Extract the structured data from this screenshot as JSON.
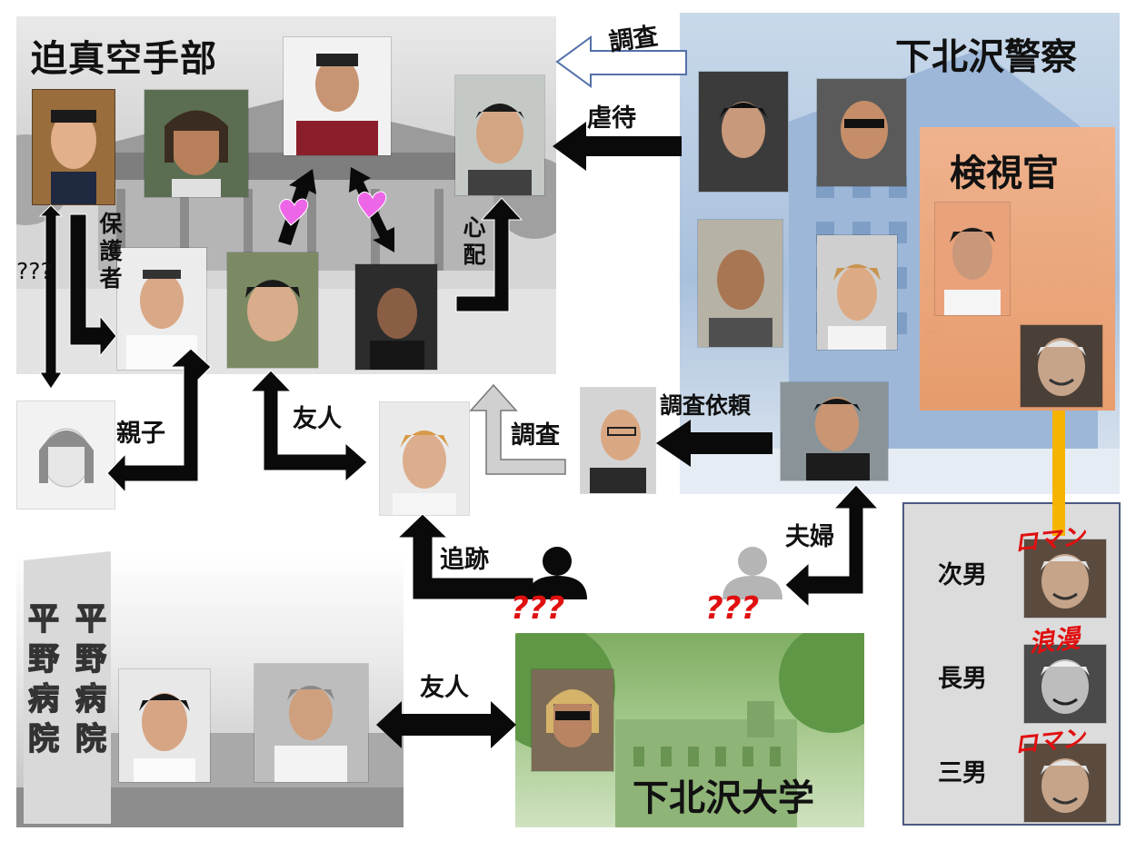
{
  "groups": {
    "karate": "迫真空手部",
    "police": "下北沢警察",
    "examiner": "検視官",
    "university": "下北沢大学",
    "hospital_sign_left": "平野病院",
    "hospital_sign_right": "平野病院"
  },
  "relations": {
    "investigate_top": "調査",
    "abuse": "虐待",
    "guardian": "保護者",
    "unknown_vertical": "???",
    "worry": "心配",
    "parent_child": "親子",
    "friend_left": "友人",
    "investigate_mid": "調査",
    "investigation_request": "調査依頼",
    "chase": "追跡",
    "spouse": "夫婦",
    "friend_bottom": "友人"
  },
  "unknowns": {
    "left": "???",
    "right": "???"
  },
  "brothers": [
    {
      "label": "次男",
      "tag": "ロマン"
    },
    {
      "label": "長男",
      "tag": "浪漫"
    },
    {
      "label": "三男",
      "tag": "ロマン"
    }
  ],
  "colors": {
    "arrow": "#0a0a0a",
    "arrow_gray": "#d0d0d0",
    "heart": "#ee66e8",
    "connector": "#f5b400",
    "red_text": "#e01010",
    "examiner_bg": "#f0a06a"
  }
}
